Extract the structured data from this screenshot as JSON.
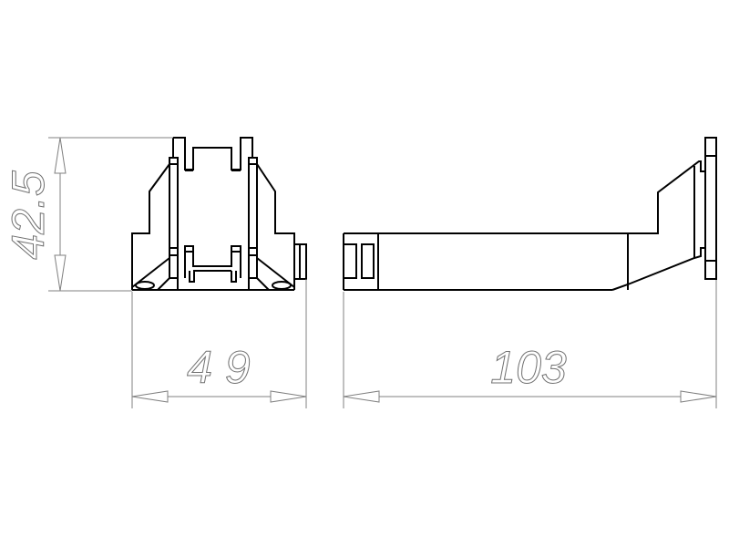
{
  "drawing": {
    "type": "technical-drawing",
    "views": [
      "front-view",
      "side-view"
    ],
    "line_color": "#000000",
    "dimension_color": "#808080",
    "background": "#ffffff"
  },
  "dimensions": {
    "height": {
      "label": "42.5",
      "display": "42.5",
      "orientation": "vertical"
    },
    "width": {
      "label": "49",
      "display": "4 9",
      "orientation": "horizontal"
    },
    "length": {
      "label": "103",
      "display": "103",
      "orientation": "horizontal"
    }
  }
}
